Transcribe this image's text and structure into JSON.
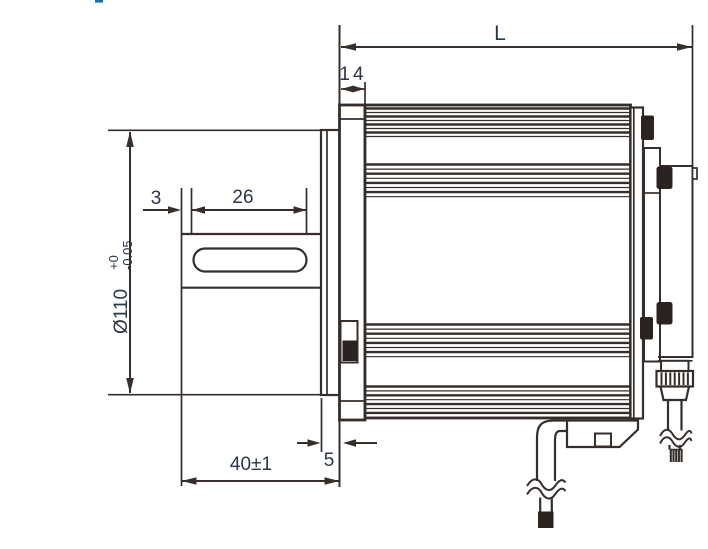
{
  "drawing": {
    "kind": "motor-outline-engineering-drawing",
    "dims": {
      "overall_length": "L",
      "flange_thickness": "14",
      "keyway_offset": "3",
      "keyway_length": "26",
      "pilot_diameter": "Ø110",
      "pilot_tol_upper": "+0",
      "pilot_tol_lower": "-0.05",
      "shaft_length": "40±1",
      "boss_height": "5"
    },
    "colors": {
      "line": "#352e2a",
      "text": "#2c3648",
      "dark_fill": "#2b2320",
      "accent_blue": "#1a6fae"
    }
  }
}
